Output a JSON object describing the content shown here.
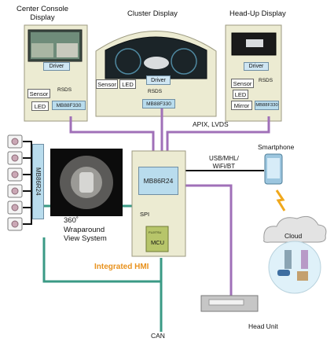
{
  "displays": {
    "center_console": {
      "title_line1": "Center Console",
      "title_line2": "Display",
      "driver": "Driver",
      "rsds": "RSDS",
      "sensor": "Sensor",
      "led": "LED",
      "chip": "MB88F330"
    },
    "cluster": {
      "title": "Cluster Display",
      "driver": "Driver",
      "rsds": "RSDS",
      "sensor": "Sensor",
      "led": "LED",
      "chip": "MB88F330"
    },
    "hud": {
      "title": "Head-Up Display",
      "driver": "Driver",
      "rsds": "RSDS",
      "sensor": "Sensor",
      "led": "LED",
      "mirror": "Mirror",
      "chip": "MB88F330"
    }
  },
  "links": {
    "apix": "APIX, LVDS",
    "usb_line1": "USB/MHL/",
    "usb_line2": "WiFi/BT",
    "spi": "SPI",
    "can": "CAN"
  },
  "surround": {
    "chip": "MB86R24",
    "deg": "360˚",
    "line2": "Wraparound",
    "line3": "View System"
  },
  "hub": {
    "chip": "MB86R24",
    "mcu": "MCU",
    "mcu_logo": "FUJITSU",
    "label": "Integrated HMI"
  },
  "right": {
    "smartphone": "Smartphone",
    "cloud": "Cloud",
    "head_unit": "Head Unit"
  },
  "colors": {
    "panel": "#ecebd2",
    "chip": "#b9dced",
    "purple_line": "#a070b8",
    "teal_line": "#3a9a85",
    "hmi_text": "#e8921e"
  }
}
